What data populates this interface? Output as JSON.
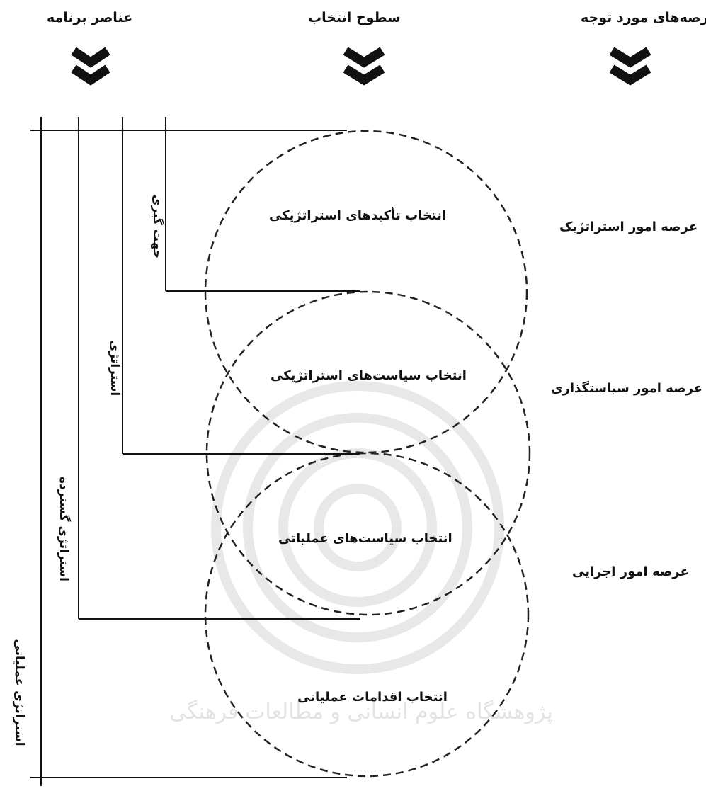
{
  "headers": {
    "program_elements": "عناصر برنامه",
    "selection_levels": "سطوح انتخاب",
    "attention_domains": "عرصه‌های مورد توجه"
  },
  "circles": [
    {
      "label": "انتخاب تأکیدهای استراتژیکی"
    },
    {
      "label": "انتخاب سیاست‌های استراتژیکی"
    },
    {
      "label": "انتخاب سیاست‌های عملیاتی"
    },
    {
      "label": "انتخاب اقدامات عملیاتی"
    }
  ],
  "domains": [
    {
      "label": "عرصه امور استراتژیک"
    },
    {
      "label": "عرصه امور سیاستگذاری"
    },
    {
      "label": "عرصه امور اجرایی"
    }
  ],
  "elements": [
    {
      "label": "جهت گیری"
    },
    {
      "label": "استراتژی"
    },
    {
      "label": "استراتژی گسترده"
    },
    {
      "label": "استراتژی عملیاتی"
    }
  ],
  "watermark_text": "پژوهشگاه علوم انسانی و مطالعات فرهنگی"
}
